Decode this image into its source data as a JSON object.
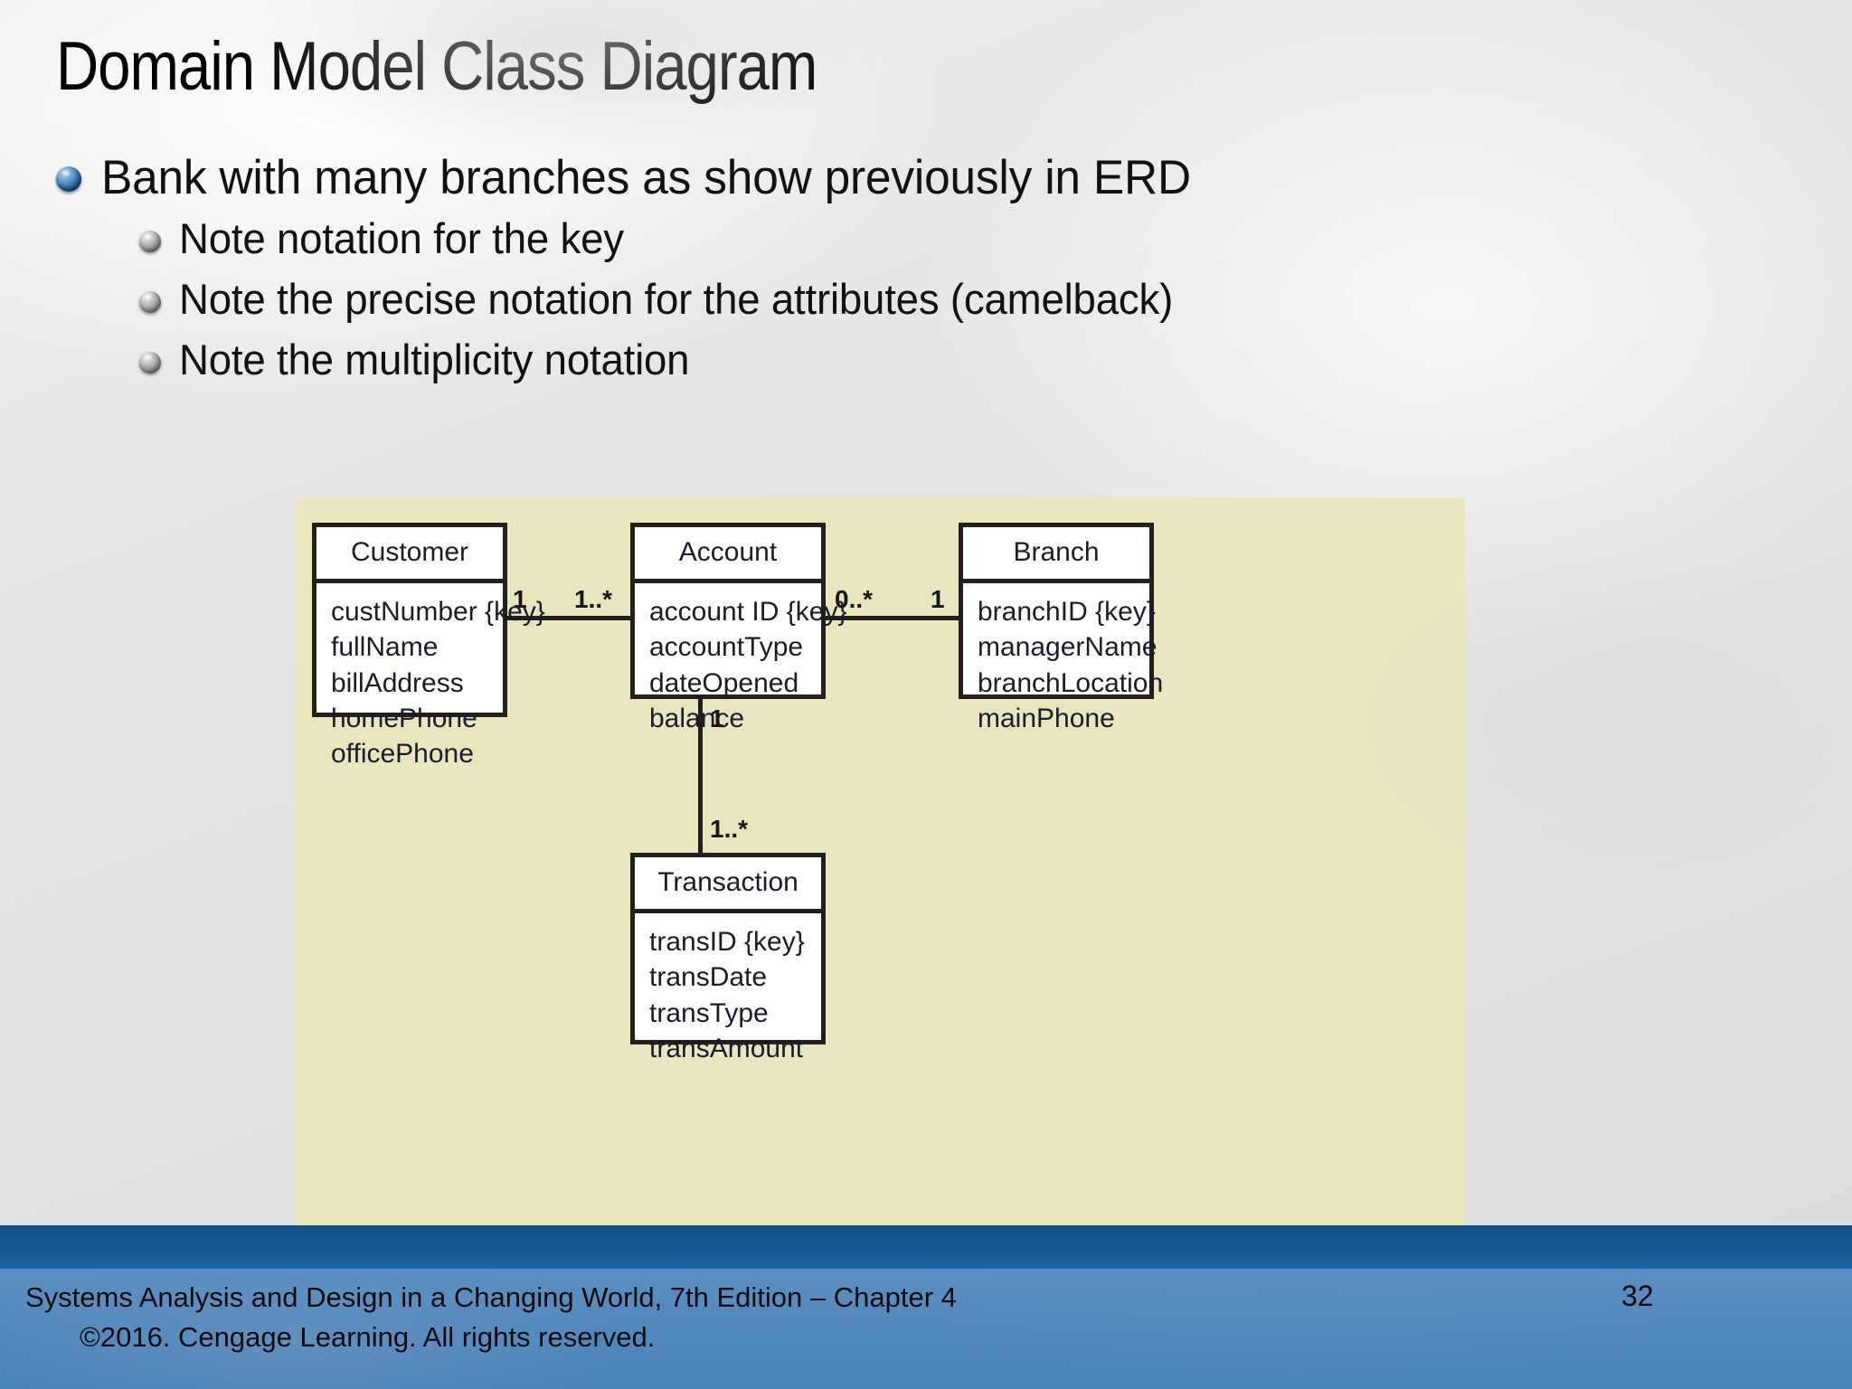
{
  "slide": {
    "title": "Domain Model Class Diagram",
    "bullets": [
      {
        "level": 1,
        "marker": "blue-sphere-bullet",
        "text": "Bank with many branches as show previously in ERD"
      },
      {
        "level": 2,
        "marker": "silver-sphere-bullet",
        "text": "Note notation for the key"
      },
      {
        "level": 2,
        "marker": "silver-sphere-bullet",
        "text": "Note the precise notation for the attributes (camelback)"
      },
      {
        "level": 2,
        "marker": "silver-sphere-bullet",
        "text": "Note the multiplicity notation"
      }
    ]
  },
  "diagram": {
    "type": "uml-class-diagram",
    "background_color": "#e9e5bd",
    "border_color": "#231f1c",
    "box_fill": "#ffffff",
    "classes": [
      {
        "id": "customer",
        "name": "Customer",
        "attributes": [
          "custNumber {key}",
          "fullName",
          "billAddress",
          "homePhone",
          "officePhone"
        ]
      },
      {
        "id": "account",
        "name": "Account",
        "attributes": [
          "account ID {key}",
          "accountType",
          "dateOpened",
          "balance"
        ]
      },
      {
        "id": "branch",
        "name": "Branch",
        "attributes": [
          "branchID {key}",
          "managerName",
          "branchLocation",
          "mainPhone"
        ]
      },
      {
        "id": "transaction",
        "name": "Transaction",
        "attributes": [
          "transID {key}",
          "transDate",
          "transType",
          "transAmount"
        ]
      }
    ],
    "associations": [
      {
        "from": "customer",
        "to": "account",
        "from_multiplicity": "1",
        "to_multiplicity": "1..*"
      },
      {
        "from": "account",
        "to": "branch",
        "from_multiplicity": "0..*",
        "to_multiplicity": "1"
      },
      {
        "from": "account",
        "to": "transaction",
        "from_multiplicity": "1",
        "to_multiplicity": "1..*"
      }
    ]
  },
  "footer": {
    "line1": "Systems Analysis and Design in a Changing World, 7th Edition – Chapter 4",
    "line2": "©2016. Cengage Learning. All rights reserved.",
    "page_number": "32",
    "band_dark_color": "#14568f",
    "band_light_color": "#5289bd"
  }
}
